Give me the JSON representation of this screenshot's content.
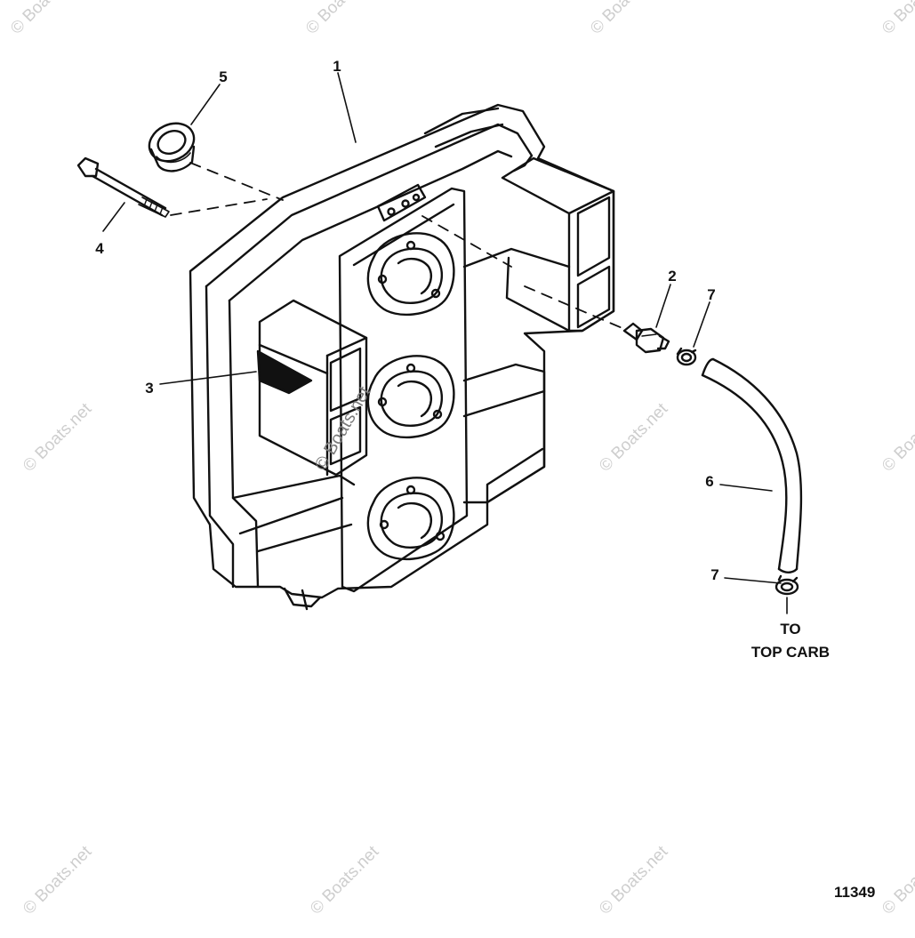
{
  "callouts": [
    {
      "id": "c1",
      "text": "1"
    },
    {
      "id": "c2",
      "text": "2"
    },
    {
      "id": "c3",
      "text": "3"
    },
    {
      "id": "c4",
      "text": "4"
    },
    {
      "id": "c5",
      "text": "5"
    },
    {
      "id": "c6",
      "text": "6"
    },
    {
      "id": "c7a",
      "text": "7"
    },
    {
      "id": "c7b",
      "text": "7"
    }
  ],
  "note": {
    "line1": "TO",
    "line2": "TOP CARB"
  },
  "figure_number": "11349",
  "watermark": "© Boats.net"
}
